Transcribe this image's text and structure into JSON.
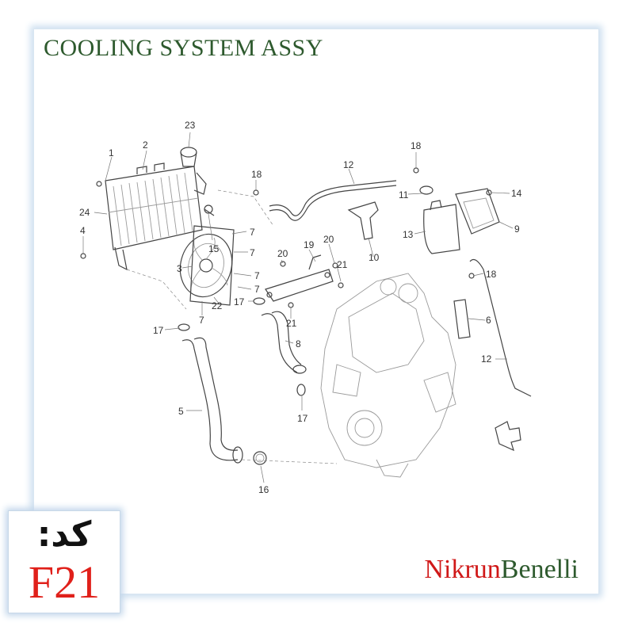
{
  "title": "COOLING SYSTEM ASSY",
  "code_label": "کد:",
  "code_value": "F21",
  "brand": {
    "part1": "Nikrun",
    "part2": "Benelli"
  },
  "colors": {
    "title": "#2e5a2e",
    "code": "#e0201a",
    "brand_red": "#d01818",
    "brand_green": "#2e5a2e",
    "frame_glow": "#cfe0f0"
  },
  "callouts": [
    "1",
    "2",
    "23",
    "18",
    "12",
    "18",
    "11",
    "14",
    "24",
    "4",
    "15",
    "7",
    "13",
    "9",
    "3",
    "7",
    "20",
    "19",
    "20",
    "21",
    "10",
    "7",
    "7",
    "18",
    "22",
    "17",
    "7",
    "21",
    "6",
    "17",
    "8",
    "12",
    "5",
    "17",
    "16"
  ]
}
